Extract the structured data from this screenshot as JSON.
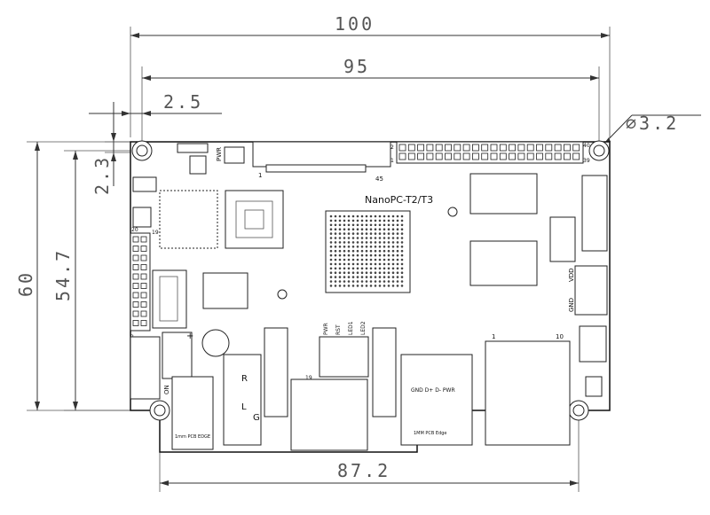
{
  "dimensions": {
    "width_total": "100",
    "width_holes": "95",
    "hole_edge_offset": "2.5",
    "hole_diameter": "∅3.2",
    "height_total": "60",
    "height_holes": "54.7",
    "hole_top_offset": "2.3",
    "bottom_span": "87.2"
  },
  "board": {
    "name": "NanoPC-T2/T3",
    "pwr_button": "PWR",
    "lcd_pin_1": "1",
    "lcd_pin_45": "45",
    "gpio_pin_1": "1",
    "gpio_pin_2": "2",
    "gpio_pin_39": "39",
    "gpio_pin_40": "40",
    "debug_pin_2": "2",
    "debug_pin_19": "19",
    "debug_pin_20": "20",
    "led_labels": [
      "PWR",
      "RST",
      "LED1",
      "LED2"
    ],
    "usb_labels": "GND D+ D- PWR",
    "pcb_edge_usb": "1MM PCB Edge",
    "pcb_edge_dc": "1mm PCB EDGE",
    "audio_r": "R",
    "audio_l": "L",
    "audio_g": "G",
    "hdmi_pin": "19",
    "eth_pin_1": "1",
    "eth_pin_10": "10",
    "power_on": "ON",
    "dc_plus": "+",
    "vdd_label": "VDD",
    "gnd_label": "GND"
  }
}
